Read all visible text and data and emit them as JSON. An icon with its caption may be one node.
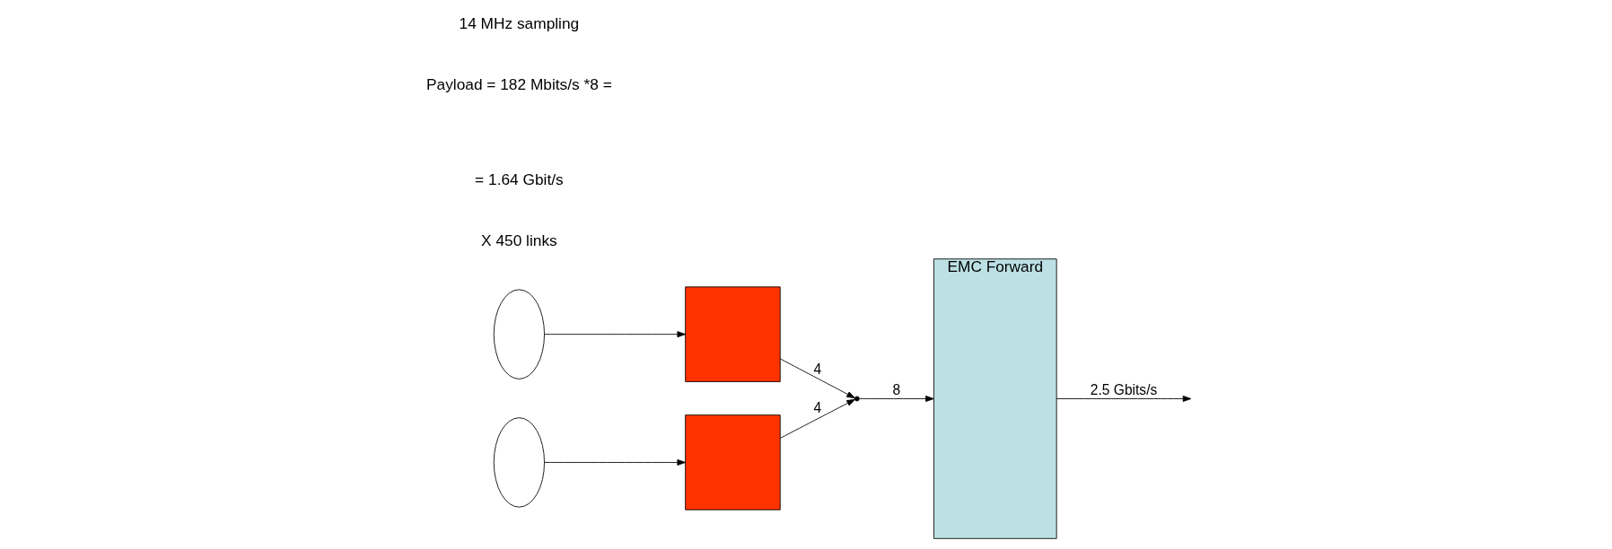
{
  "diagram": {
    "nodes": [
      {
        "text": [],
        "shape": "ellipse"
      },
      {
        "text": [],
        "shape": "ellipse"
      },
      {
        "text": [],
        "shape": "box"
      },
      {
        "text": [],
        "shape": "box"
      },
      {
        "text": [],
        "shape": "point"
      },
      {
        "text": [
          "EMC Forward"
        ]
      }
    ],
    "edges": [
      {
        "from": 0,
        "to": 2,
        "arrow": "to"
      },
      {
        "from": 1,
        "to": 3,
        "arrow": "to"
      },
      {
        "from": 2,
        "to": 4,
        "arrow": "to",
        "label": "4"
      },
      {
        "from": 3,
        "to": 4,
        "arrow": "to",
        "label": "4"
      },
      {
        "from": 4,
        "to": 5,
        "arrow": "to",
        "label": "8"
      },
      {
        "from": 5,
        "to": null,
        "arrow": "to",
        "label": "2.5 Gbits/s"
      }
    ],
    "labels": [
      "X 450 links",
      "Payload = 182 Mbits/s *8 =",
      "= 1.64 Gbit/s",
      "14 MHz sampling"
    ]
  }
}
